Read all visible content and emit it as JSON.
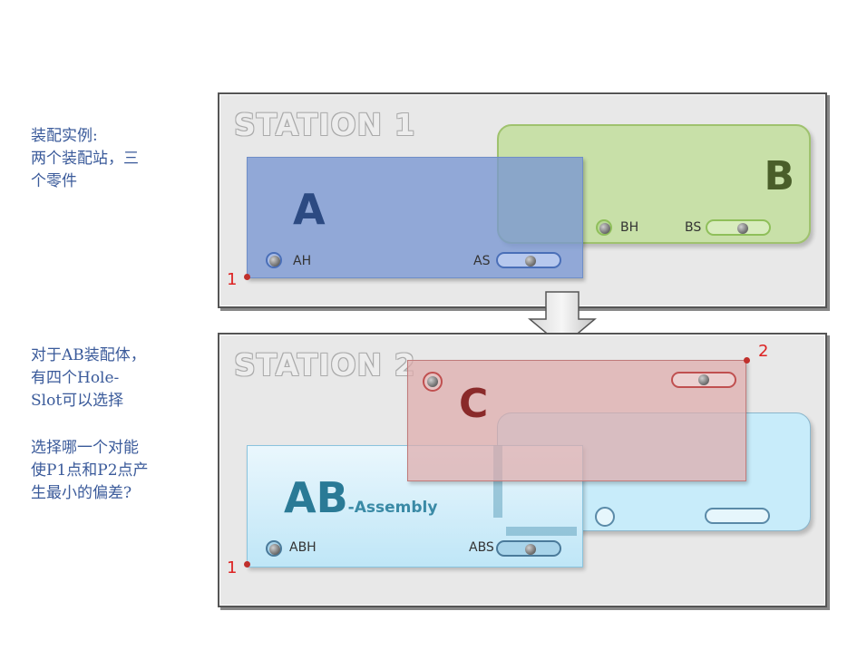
{
  "notes": {
    "top": "装配实例:\n两个装配站，三\n个零件",
    "bottom_1": "对于AB装配体，\n有四个Hole-\nSlot可以选择",
    "bottom_2": "选择哪一个对能\n使P1点和P2点产\n生最小的偏差?"
  },
  "station1": {
    "title": "STATION 1",
    "part_a": {
      "letter": "A",
      "hole_label": "AH",
      "slot_label": "AS"
    },
    "part_b": {
      "letter": "B",
      "hole_label": "BH",
      "slot_label": "BS"
    },
    "ref_point": "1"
  },
  "station2": {
    "title": "STATION 2",
    "part_c": {
      "letter": "C"
    },
    "part_ab": {
      "letter": "AB",
      "suffix": "-Assembly",
      "hole_label": "ABH",
      "slot_label": "ABS"
    },
    "ref_point_1": "1",
    "ref_point_2": "2"
  },
  "colors": {
    "part_a": "#8aa6d8",
    "part_b": "#c8e0a8",
    "part_c": "#e3b6b6",
    "part_ab": "#d4eefa",
    "letter_a": "#2c4a82",
    "letter_b": "#4a5e2a",
    "letter_c": "#8a2a2a",
    "letter_ab": "#2a7a96"
  }
}
